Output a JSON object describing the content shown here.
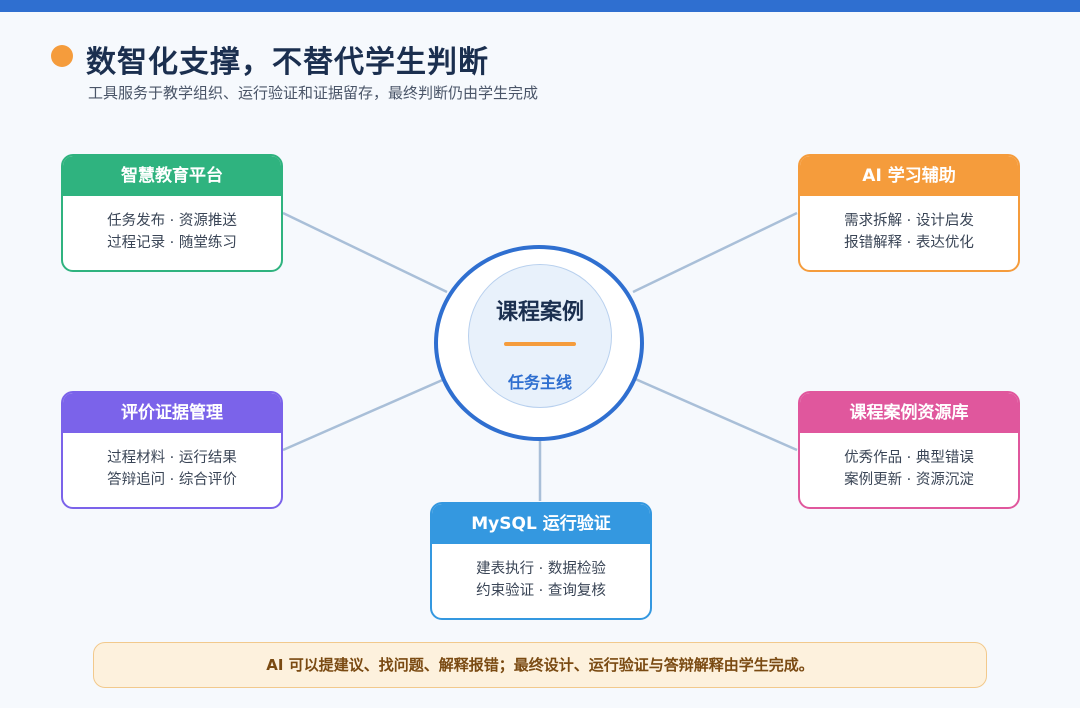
{
  "header": {
    "title": "数智化支撑，不替代学生判断",
    "subtitle": "工具服务于教学组织、运行验证和证据留存，最终判断仍由学生完成"
  },
  "center": {
    "title": "课程案例",
    "subtitle": "任务主线"
  },
  "cards": [
    {
      "title": "智慧教育平台",
      "lines": [
        "任务发布 · 资源推送",
        "过程记录 · 随堂练习"
      ],
      "color": "#2fb37f"
    },
    {
      "title": "AI 学习辅助",
      "lines": [
        "需求拆解 · 设计启发",
        "报错解释 · 表达优化"
      ],
      "color": "#f59c3c"
    },
    {
      "title": "评价证据管理",
      "lines": [
        "过程材料 · 运行结果",
        "答辩追问 · 综合评价"
      ],
      "color": "#7b63ea"
    },
    {
      "title": "课程案例资源库",
      "lines": [
        "优秀作品 · 典型错误",
        "案例更新 · 资源沉淀"
      ],
      "color": "#e0579d"
    },
    {
      "title": "MySQL 运行验证",
      "lines": [
        "建表执行 · 数据检验",
        "约束验证 · 查询复核"
      ],
      "color": "#3498e0"
    }
  ],
  "note": "AI 可以提建议、找问题、解释报错；最终设计、运行验证与答辩解释由学生完成。",
  "colors": {
    "accent": "#2f6fd0",
    "orange": "#f59c3c",
    "connector": "#a9bfd8"
  }
}
